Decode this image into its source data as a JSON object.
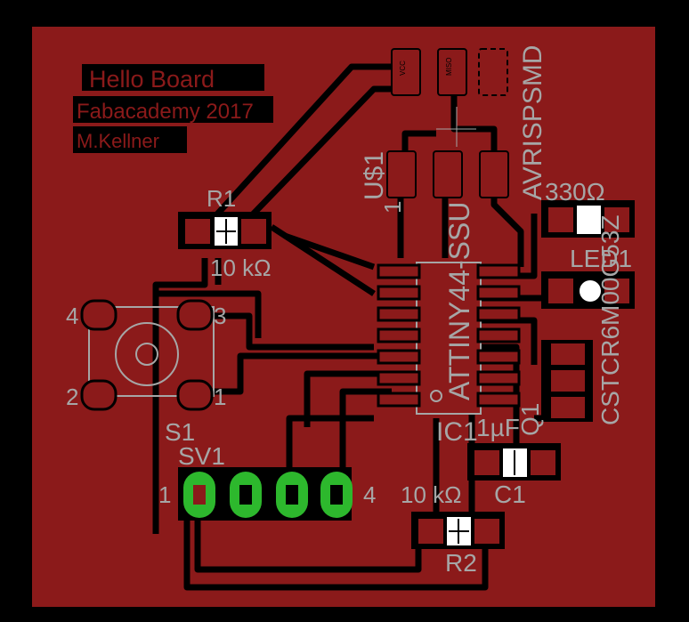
{
  "board": {
    "title_line1": "Hello Board",
    "title_line2": "Fabacademy 2017",
    "title_line3": "M.Kellner"
  },
  "colors": {
    "background": "#000000",
    "copper": "#8b1a1a",
    "silk_gray": "#a6a6a6",
    "pad_green": "#2db82d"
  },
  "components": {
    "r1_name": "R1",
    "r1_value": "10 kΩ",
    "r2_name": "R2",
    "r2_value": "10 kΩ",
    "s1_name": "S1",
    "sv1_name": "SV1",
    "sv1_pin_first": "1",
    "sv1_pin_last": "4",
    "ic_name": "IC1",
    "ic_part": "ATTINY44-SSU",
    "c1_name": "C1",
    "c1_value": "1µF",
    "q1_name": "Q1",
    "q1_part": "CSTCR6M00G53Z",
    "led_name": "LED1",
    "led_res": "330Ω",
    "avr_name": "AVRISPSMD",
    "us1_name": "U$1",
    "us1_pin": "1",
    "sw_pin1": "1",
    "sw_pin2": "2",
    "sw_pin3": "3",
    "sw_pin4": "4"
  }
}
